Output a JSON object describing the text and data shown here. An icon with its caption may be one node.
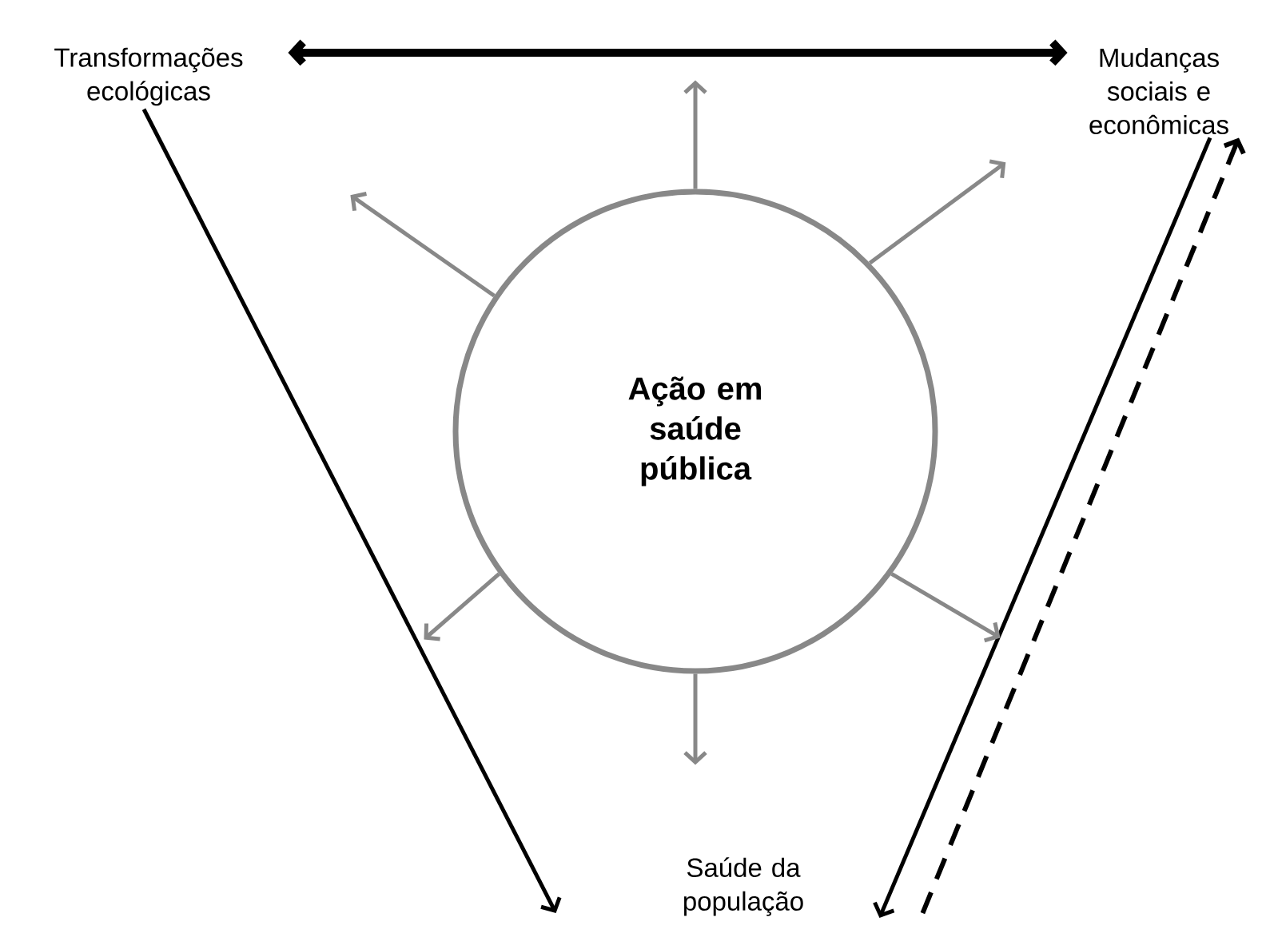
{
  "diagram": {
    "nodes": [
      {
        "text": [
          "Transformações ecológicas"
        ]
      },
      {
        "text": [
          "Mudanças sociais e econômicas"
        ]
      },
      {
        "text": [
          "Ação em saúde pública"
        ]
      },
      {
        "text": [
          "Saúde da população"
        ]
      }
    ],
    "edges": [
      {
        "from": 0,
        "to": 1,
        "arrow": "both",
        "style": "thick",
        "color": "#000000"
      },
      {
        "from": 0,
        "to": 3,
        "arrow": "to",
        "color": "#000000"
      },
      {
        "from": 1,
        "to": 3,
        "arrow": "to",
        "color": "#000000"
      },
      {
        "from": 3,
        "to": 1,
        "arrow": "to",
        "style": "dashed",
        "color": "#000000"
      },
      {
        "from": 2,
        "to": null,
        "arrow": "to",
        "color": "#888888"
      },
      {
        "from": 2,
        "to": null,
        "arrow": "to",
        "color": "#888888"
      },
      {
        "from": 2,
        "to": null,
        "arrow": "to",
        "color": "#888888"
      },
      {
        "from": 2,
        "to": null,
        "arrow": "to",
        "color": "#888888"
      },
      {
        "from": 2,
        "to": null,
        "arrow": "to",
        "color": "#888888"
      },
      {
        "from": 2,
        "to": null,
        "arrow": "to",
        "color": "#888888"
      }
    ]
  }
}
